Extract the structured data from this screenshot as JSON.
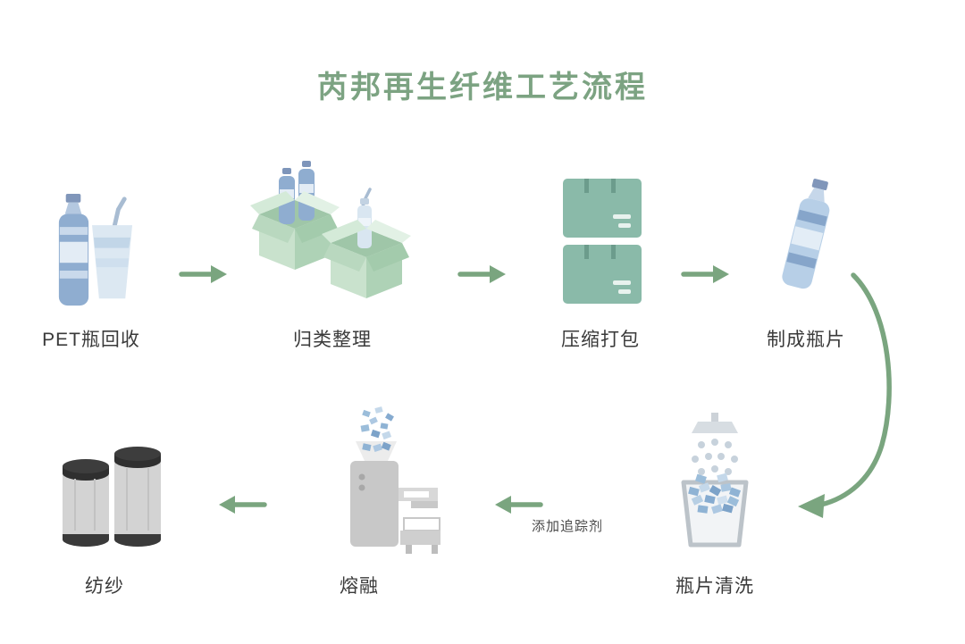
{
  "title": "芮邦再生纤维工艺流程",
  "steps": [
    {
      "key": "pet-recycle",
      "label": "PET瓶回收",
      "icon": "pet-bottle-and-cup-icon"
    },
    {
      "key": "sorting",
      "label": "归类整理",
      "icon": "boxes-with-bottles-icon"
    },
    {
      "key": "baling",
      "label": "压缩打包",
      "icon": "compressed-bales-icon"
    },
    {
      "key": "flaking",
      "label": "制成瓶片",
      "icon": "pet-bottle-icon"
    },
    {
      "key": "washing",
      "label": "瓶片清洗",
      "icon": "shower-wash-icon"
    },
    {
      "key": "melting",
      "label": "熔融",
      "icon": "melting-machine-icon"
    },
    {
      "key": "spinning",
      "label": "纺纱",
      "icon": "yarn-spools-icon"
    }
  ],
  "annotations": {
    "tracer": "添加追踪剂"
  },
  "flow": [
    "PET瓶回收 → 归类整理",
    "归类整理 → 压缩打包",
    "压缩打包 → 制成瓶片",
    "制成瓶片 → 瓶片清洗",
    "瓶片清洗 → 熔融 (添加追踪剂)",
    "熔融 → 纺纱"
  ],
  "colors": {
    "title": "#7ca382",
    "arrow": "#7aa57f",
    "box_green_light": "#cde6d1",
    "bale_green": "#8abaa9",
    "bottle_blue": "#8fadd0",
    "bottle_light_blue": "#dce8f2",
    "machine_gray": "#c8c8c8",
    "spool_dark": "#333333",
    "label_text": "#3a3a3a"
  }
}
